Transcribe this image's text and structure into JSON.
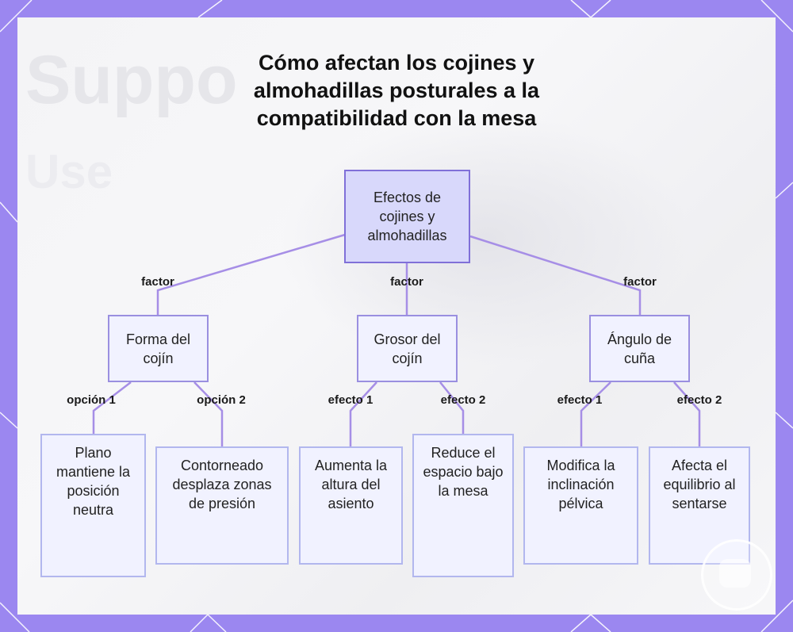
{
  "title": "Cómo afectan los cojines y almohadillas posturales a la compatibilidad con la mesa",
  "colors": {
    "frame": "#9b87f0",
    "edge": "#a68ee6",
    "root_fill": "#d8d8fb",
    "node_fill": "#f1f2ff"
  },
  "root": {
    "label": "Efectos de cojines y almohadillas"
  },
  "branches": [
    {
      "edge_label": "factor",
      "label": "Forma del cojín",
      "children": [
        {
          "edge_label": "opción 1",
          "label": "Plano mantiene la posición neutra"
        },
        {
          "edge_label": "opción 2",
          "label": "Contorneado desplaza zonas de presión"
        }
      ]
    },
    {
      "edge_label": "factor",
      "label": "Grosor del cojín",
      "children": [
        {
          "edge_label": "efecto 1",
          "label": "Aumenta la altura del asiento"
        },
        {
          "edge_label": "efecto 2",
          "label": "Reduce el espacio bajo la mesa"
        }
      ]
    },
    {
      "edge_label": "factor",
      "label": "Ángulo de cuña",
      "children": [
        {
          "edge_label": "efecto 1",
          "label": "Modifica la inclinación pélvica"
        },
        {
          "edge_label": "efecto 2",
          "label": "Afecta el equilibrio al sentarse"
        }
      ]
    }
  ]
}
